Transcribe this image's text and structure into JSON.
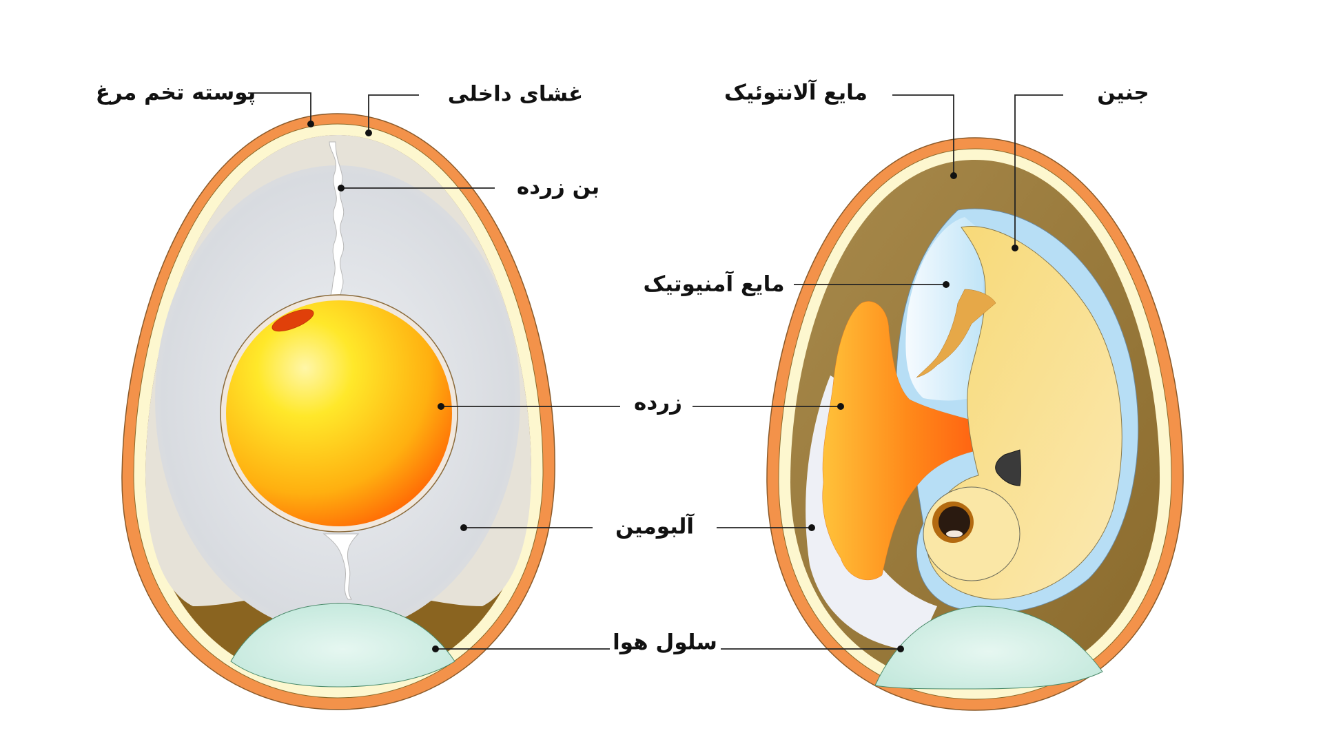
{
  "diagram": {
    "title": "Egg structure: unfertilized egg and developing embryo",
    "colors": {
      "shell": "#f3924a",
      "inner_membrane": "#fdf7cf",
      "albumen": "#e2e3e6",
      "yolk_light": "#ffe94a",
      "yolk_dark": "#ff6a00",
      "germinal_disc": "#e0400a",
      "air_cell": "#cdeee2",
      "allantoic_fluid": "#9a7a3a",
      "amniotic_fluid": "#cdeafa",
      "embryo": "#f8dc84",
      "yolk_sac": "#ff6a1a",
      "leader_line": "#222222"
    },
    "left_egg": {
      "name": "unfertilized-egg",
      "labels": {
        "shell": "پوسته تخم مرغ",
        "inner_membrane": "غشای داخلی",
        "chalaza": "بن زرده",
        "yolk": "زرده",
        "albumen": "آلبومین",
        "air_cell": "سلول هوا"
      }
    },
    "right_egg": {
      "name": "egg-with-embryo",
      "labels": {
        "allantoic_fluid": "مایع آلانتوئیک",
        "embryo": "جنین",
        "amniotic_fluid": "مایع آمنیوتیک"
      }
    },
    "shared_labels": {
      "yolk": "زرده",
      "albumen": "آلبومین",
      "air_cell": "سلول هوا"
    }
  }
}
